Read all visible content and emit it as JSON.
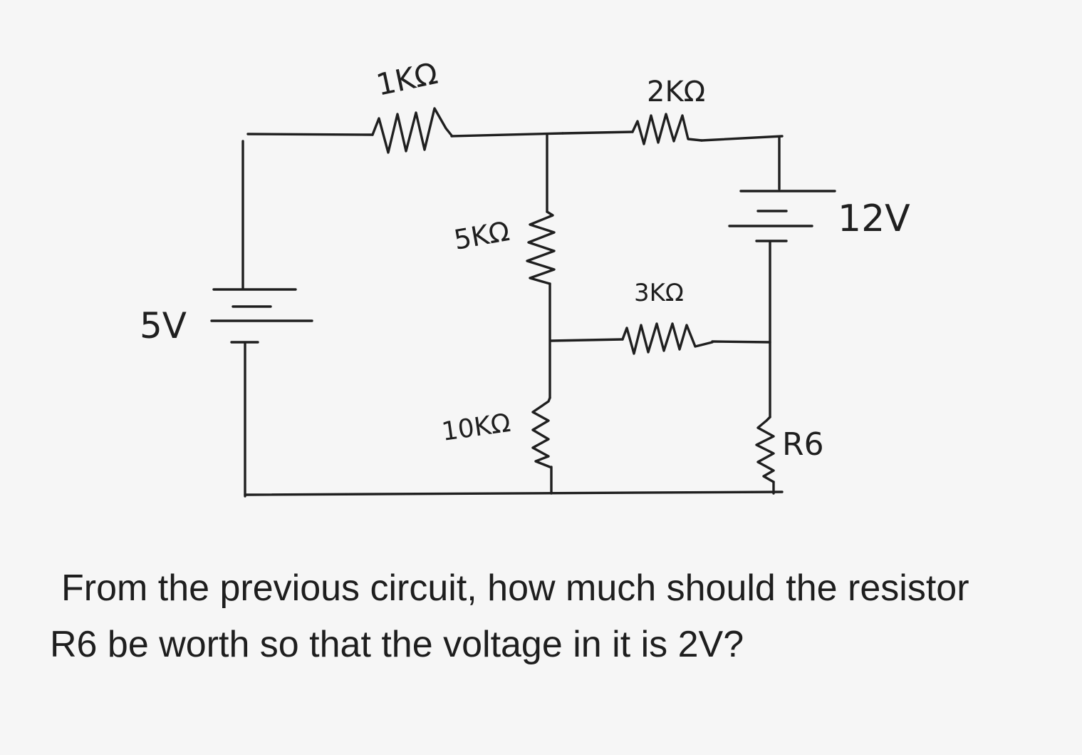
{
  "diagram": {
    "labels": {
      "r1": "1KΩ",
      "r2": "2KΩ",
      "r3": "3KΩ",
      "r4": "5KΩ",
      "r5": "10KΩ",
      "r6": "R6",
      "v_left": "5V",
      "v_right": "12V"
    }
  },
  "question": {
    "line1": "From the previous circuit, how much should the resistor",
    "line2": "R6 be worth so that the voltage in it is 2V?"
  }
}
